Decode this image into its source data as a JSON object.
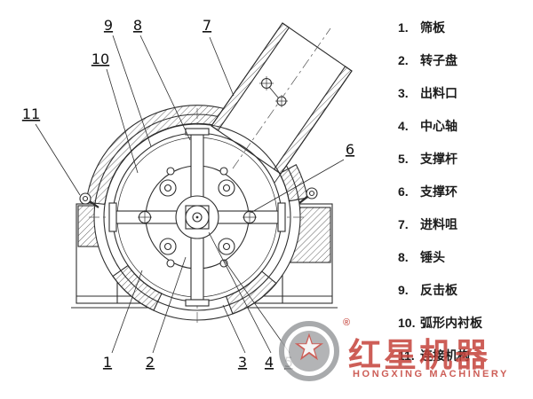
{
  "legend": {
    "items": [
      {
        "num": "1.",
        "label": "筛板"
      },
      {
        "num": "2.",
        "label": "转子盘"
      },
      {
        "num": "3.",
        "label": "出料口"
      },
      {
        "num": "4.",
        "label": "中心轴"
      },
      {
        "num": "5.",
        "label": "支撑杆"
      },
      {
        "num": "6.",
        "label": "支撑环"
      },
      {
        "num": "7.",
        "label": "进料咀"
      },
      {
        "num": "8.",
        "label": "锤头"
      },
      {
        "num": "9.",
        "label": "反击板"
      },
      {
        "num": "10.",
        "label": "弧形内衬板"
      },
      {
        "num": "11.",
        "label": "连接机构"
      }
    ]
  },
  "callouts": [
    "1",
    "2",
    "3",
    "4",
    "5",
    "6",
    "7",
    "8",
    "9",
    "10",
    "11"
  ],
  "watermark": {
    "brand": "红星机器",
    "brand_en": "HONGXING MACHINERY",
    "registered": "®",
    "star": "★"
  },
  "colors": {
    "line": "#2e2e2e",
    "watermark_red": "#c5423a"
  }
}
